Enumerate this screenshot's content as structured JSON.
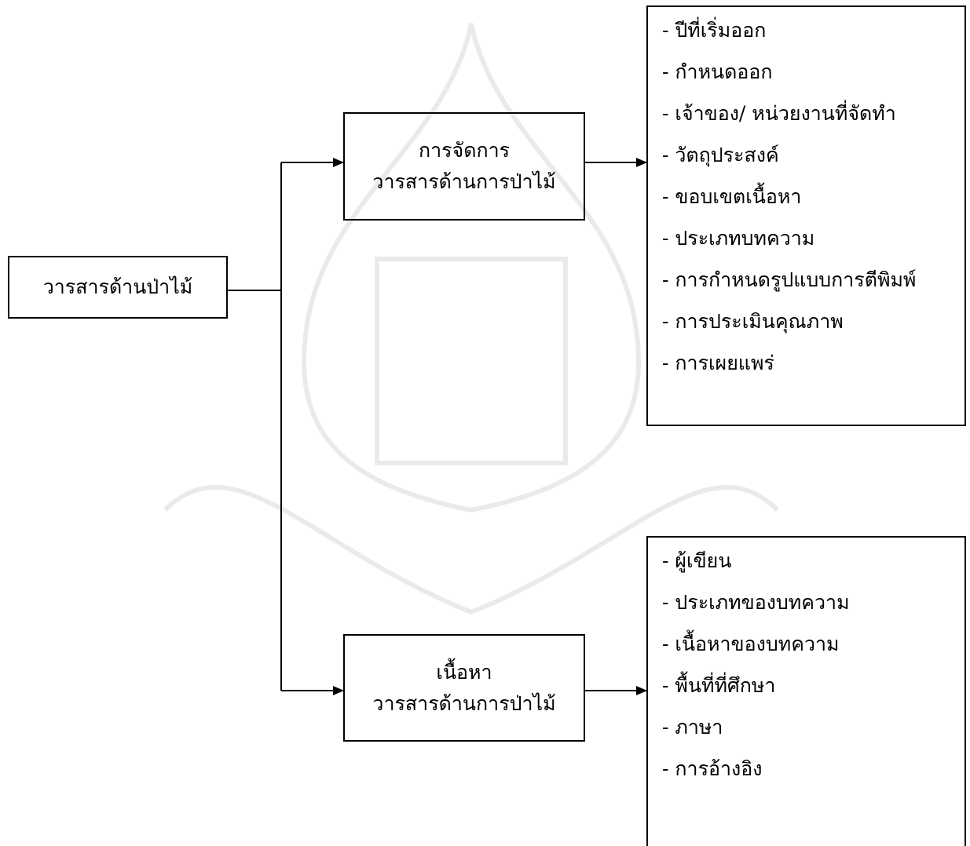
{
  "root": {
    "label": "วารสารด้านป่าไม้"
  },
  "branches": [
    {
      "title_line1": "การจัดการ",
      "title_line2": "วารสารด้านการป่าไม้",
      "items": [
        "- ปีที่เริ่มออก",
        "- กำหนดออก",
        "- เจ้าของ/ หน่วยงานที่จัดทำ",
        "- วัตถุประสงค์",
        "- ขอบเขตเนื้อหา",
        "- ประเภทบทความ",
        "- การกำหนดรูปแบบการตีพิมพ์",
        "- การประเมินคุณภาพ",
        "- การเผยแพร่"
      ]
    },
    {
      "title_line1": "เนื้อหา",
      "title_line2": "วารสารด้านการป่าไม้",
      "items": [
        "- ผู้เขียน",
        "- ประเภทของบทความ",
        "- เนื้อหาของบทความ",
        "- พื้นที่ที่ศึกษา",
        "- ภาษา",
        "- การอ้างอิง"
      ]
    }
  ]
}
